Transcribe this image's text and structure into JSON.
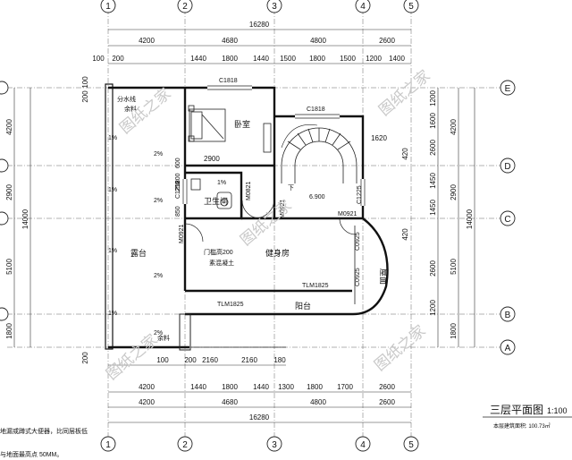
{
  "drawing": {
    "title": "三层平面图",
    "scale": "1:100",
    "area_note": "本层建筑面积: 100.73㎡"
  },
  "axes": {
    "vertical": [
      "1",
      "2",
      "3",
      "4",
      "5"
    ],
    "horizontal": [
      "E",
      "D",
      "C",
      "B",
      "A"
    ]
  },
  "dims": {
    "top_total": "16280",
    "top_row1": [
      "4200",
      "4680",
      "4800",
      "2600"
    ],
    "top_row2_lead": "100",
    "top_row2": [
      "200",
      "1440",
      "1800",
      "1440",
      "1500",
      "1800",
      "1500",
      "1200",
      "1400"
    ],
    "left_row1": [
      "4200",
      "2900",
      "5100",
      "1800"
    ],
    "left_row2": [
      "100",
      "200",
      "200"
    ],
    "left_total": "14000",
    "right_row1": [
      "1200",
      "1600",
      "2600",
      "1450",
      "1450",
      "2600",
      "1200"
    ],
    "right_row2": [
      "4200",
      "2900",
      "5100",
      "1800"
    ],
    "right_total": "14000",
    "right_mid": [
      "1620",
      "420",
      "420"
    ],
    "bottom_row0": [
      "100",
      "200",
      "2160",
      "2160",
      "180"
    ],
    "bottom_row1": [
      "4200",
      "1440",
      "1800",
      "1440",
      "1300",
      "1800",
      "1700",
      "2600"
    ],
    "bottom_row2": [
      "4200",
      "4680",
      "4800",
      "2600"
    ],
    "bottom_total": "16280",
    "inner_v": [
      "600",
      "1200",
      "250",
      "850"
    ],
    "inner_h": [
      "2900"
    ]
  },
  "rooms": {
    "bedroom": "卧室",
    "bathroom": "卫生间",
    "terrace": "露台",
    "study": "健身房",
    "balcony": "阳台",
    "flower_bed": "屋面"
  },
  "labels": {
    "window_c1818_a": "C1818",
    "window_c1818_b": "C1818",
    "window_c1218": "C1218",
    "window_c1225": "C1225",
    "window_c0925": "C0925",
    "window_c0925b": "C0925",
    "door_m0821": "M0821",
    "door_m0921_a": "M0921",
    "door_m0921_b": "M0921",
    "door_m0921_c": "M0921",
    "door_tlm1825_a": "TLM1825",
    "door_tlm1825_b": "TLM1825",
    "elevation": "6.900",
    "slope_a": "2%",
    "slope_b": "2%",
    "slope_c": "2%",
    "slope_d": "2%",
    "slope_e": "1%",
    "slope_f": "1%",
    "slope_g": "1%",
    "slope_h": "1%",
    "slope_i": "1%",
    "down_label": "下",
    "gutter_a": "分水线",
    "gutter_b": "余料",
    "parapet": "门槛高200",
    "parapet2": "素混凝土",
    "gutter_c": "余料"
  },
  "notes": {
    "line1": "地漏或蹲式大便器，比同层板低",
    "line2": "与地面最高点 50MM。"
  },
  "watermark": "图纸之家"
}
